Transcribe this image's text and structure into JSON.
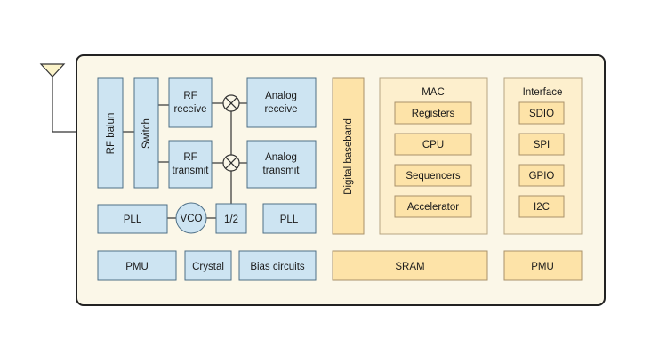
{
  "diagram": {
    "rf_balun": "RF balun",
    "switch": "Switch",
    "rf_receive": [
      "RF",
      "receive"
    ],
    "rf_transmit": [
      "RF",
      "transmit"
    ],
    "analog_receive": [
      "Analog",
      "receive"
    ],
    "analog_transmit": [
      "Analog",
      "transmit"
    ],
    "pll_left": "PLL",
    "vco": "VCO",
    "divider": "1/2",
    "pll_right": "PLL",
    "digital_baseband": "Digital baseband",
    "mac": {
      "title": "MAC",
      "items": [
        "Registers",
        "CPU",
        "Sequencers",
        "Accelerator"
      ]
    },
    "interface": {
      "title": "Interface",
      "items": [
        "SDIO",
        "SPI",
        "GPIO",
        "I2C"
      ]
    },
    "pmu_left": "PMU",
    "crystal": "Crystal",
    "bias": "Bias circuits",
    "sram": "SRAM",
    "pmu_right": "PMU"
  }
}
